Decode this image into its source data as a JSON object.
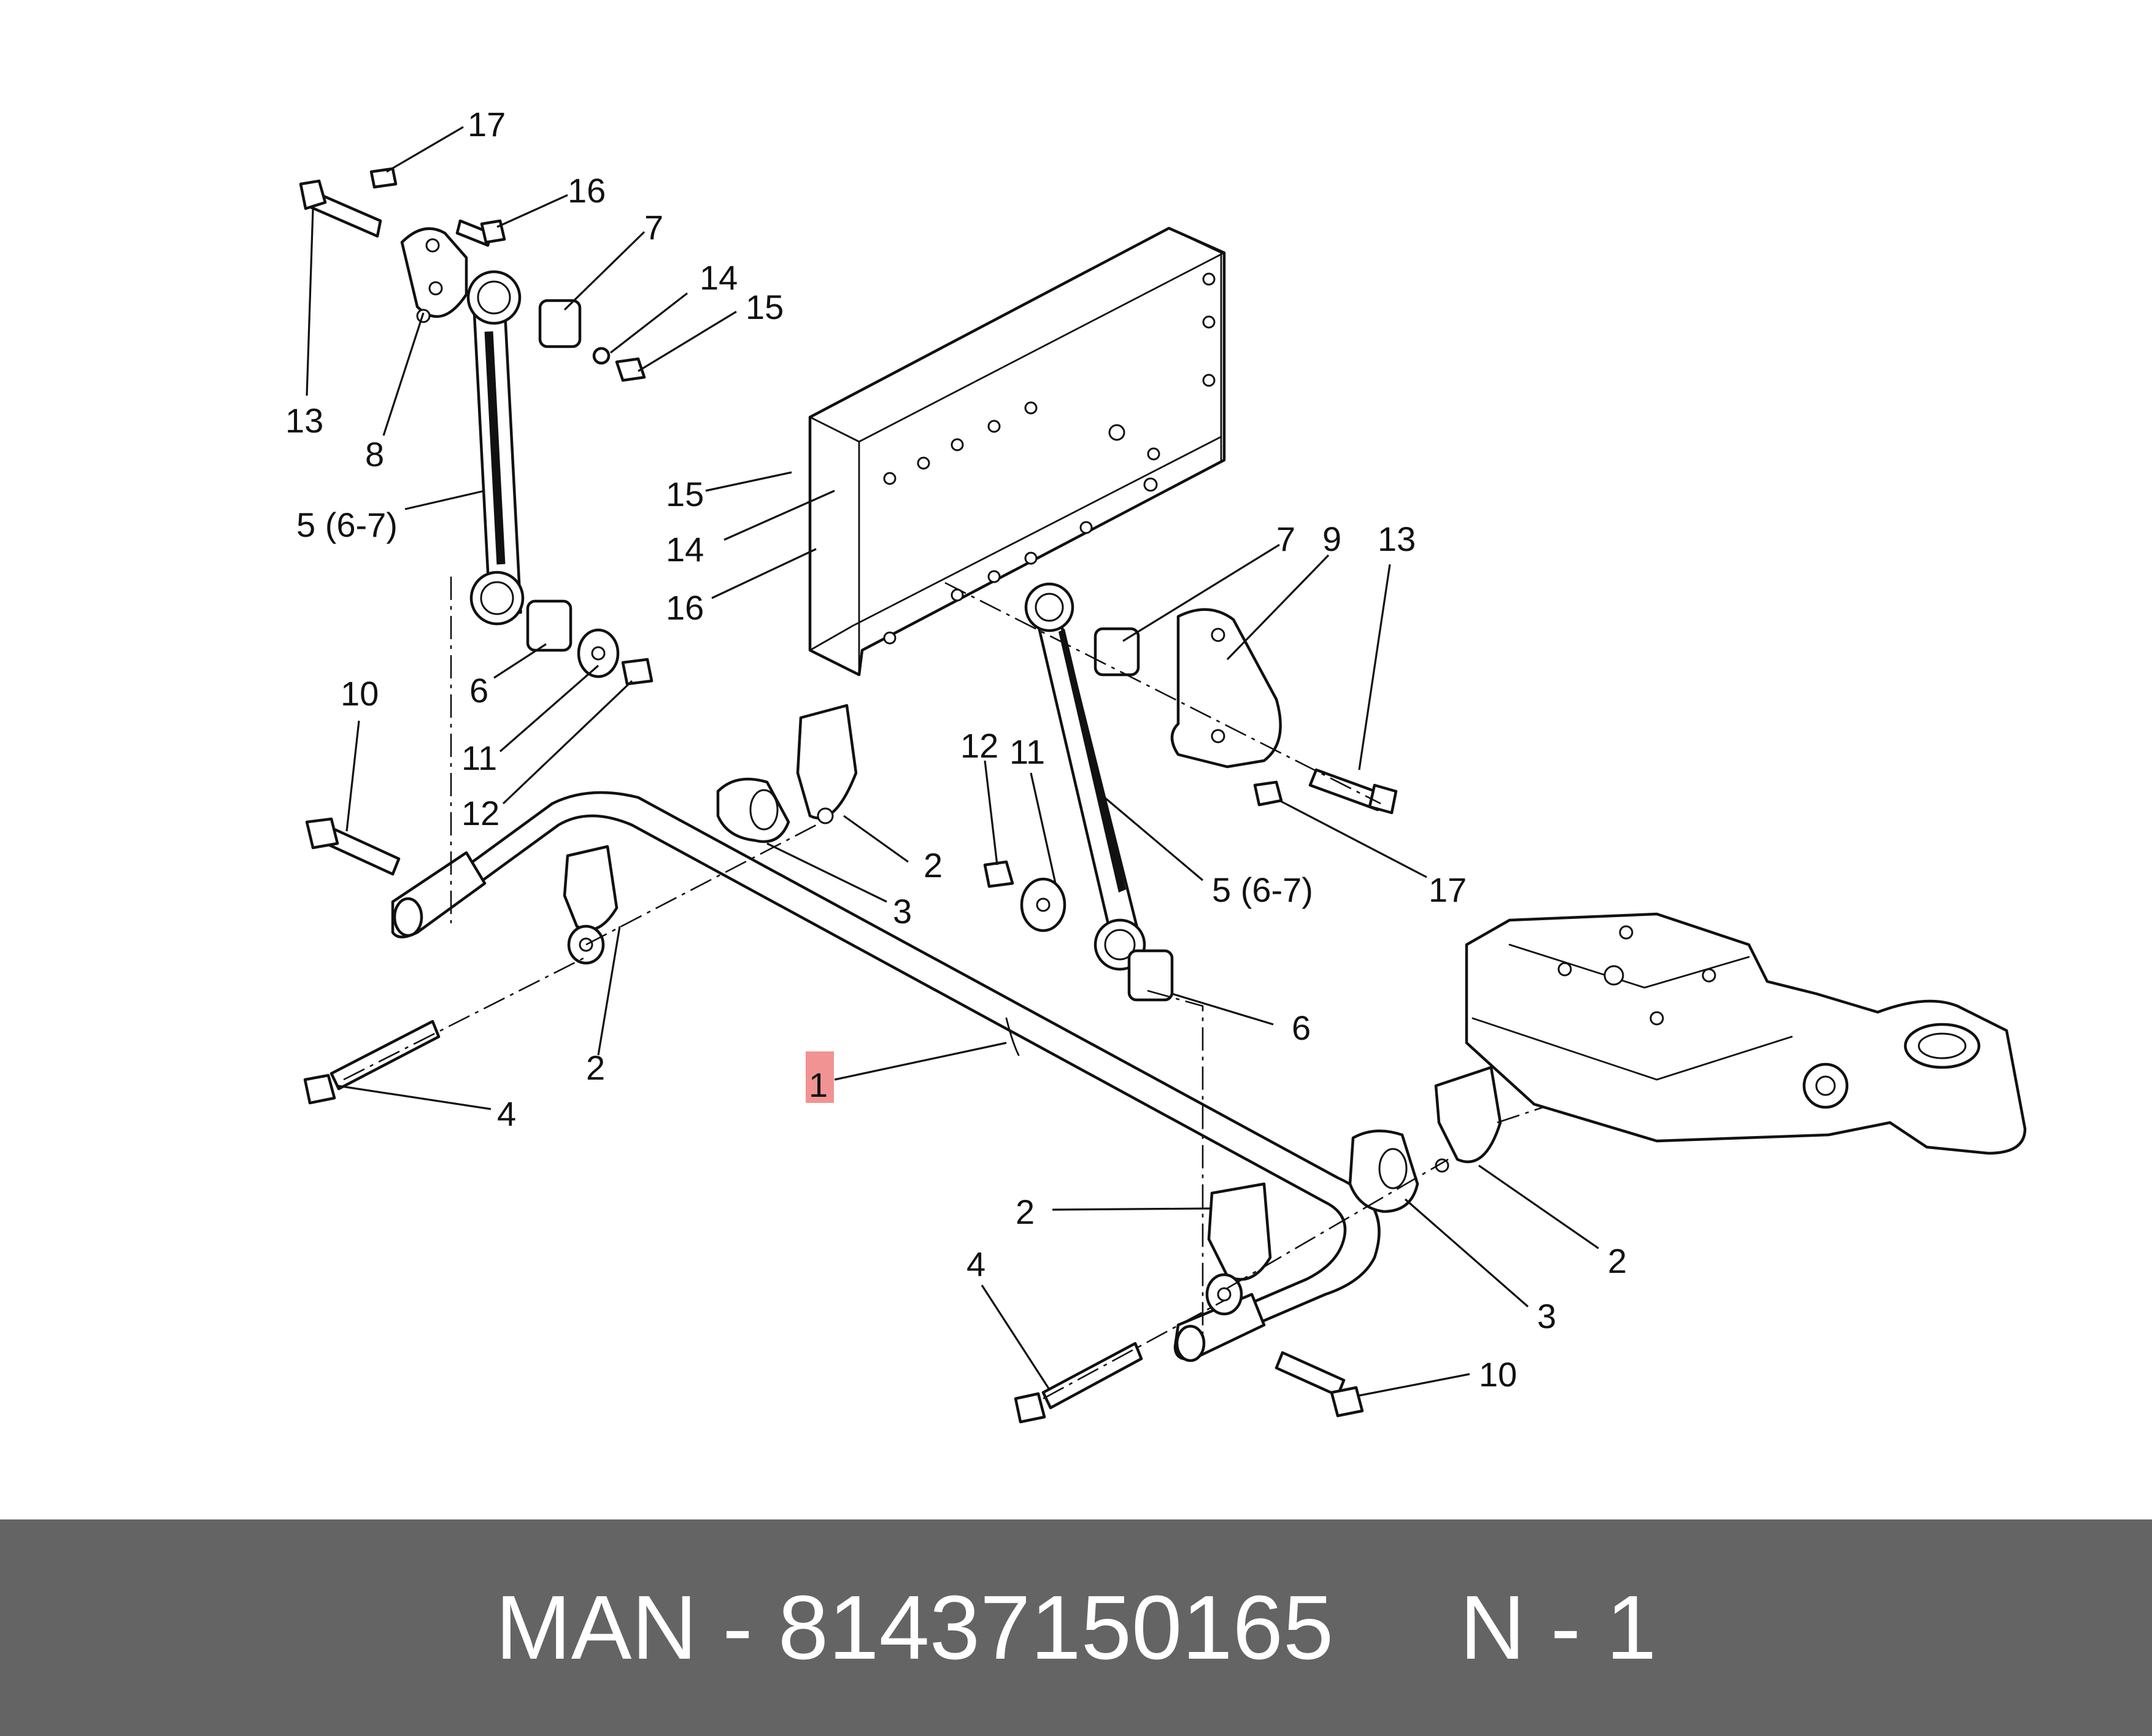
{
  "callouts": [
    {
      "id": "c17a",
      "text": "17"
    },
    {
      "id": "c16a",
      "text": "16"
    },
    {
      "id": "c7a",
      "text": "7"
    },
    {
      "id": "c14a",
      "text": "14"
    },
    {
      "id": "c15a",
      "text": "15"
    },
    {
      "id": "c13a",
      "text": "13"
    },
    {
      "id": "c8",
      "text": "8"
    },
    {
      "id": "c5a",
      "text": "5 (6-7)"
    },
    {
      "id": "c15b",
      "text": "15"
    },
    {
      "id": "c14b",
      "text": "14"
    },
    {
      "id": "c16b",
      "text": "16"
    },
    {
      "id": "c6a",
      "text": "6"
    },
    {
      "id": "c10a",
      "text": "10"
    },
    {
      "id": "c11a",
      "text": "11"
    },
    {
      "id": "c12a",
      "text": "12"
    },
    {
      "id": "c7b",
      "text": "7"
    },
    {
      "id": "c9",
      "text": "9"
    },
    {
      "id": "c13b",
      "text": "13"
    },
    {
      "id": "c12b",
      "text": "12"
    },
    {
      "id": "c11b",
      "text": "11"
    },
    {
      "id": "c2a",
      "text": "2"
    },
    {
      "id": "c3a",
      "text": "3"
    },
    {
      "id": "c5b",
      "text": "5 (6-7)"
    },
    {
      "id": "c17b",
      "text": "17"
    },
    {
      "id": "c6b",
      "text": "6"
    },
    {
      "id": "c2b",
      "text": "2"
    },
    {
      "id": "c4a",
      "text": "4"
    },
    {
      "id": "c1",
      "text": "1"
    },
    {
      "id": "c2c",
      "text": "2"
    },
    {
      "id": "c2d",
      "text": "2"
    },
    {
      "id": "c3b",
      "text": "3"
    },
    {
      "id": "c4b",
      "text": "4"
    },
    {
      "id": "c10b",
      "text": "10"
    }
  ],
  "footer": {
    "text": "MAN - 81437150165     N - 1"
  },
  "colors": {
    "footer_bg": "#646464",
    "footer_text": "#ffffff",
    "highlight": "#f08080",
    "line": "#111111"
  }
}
